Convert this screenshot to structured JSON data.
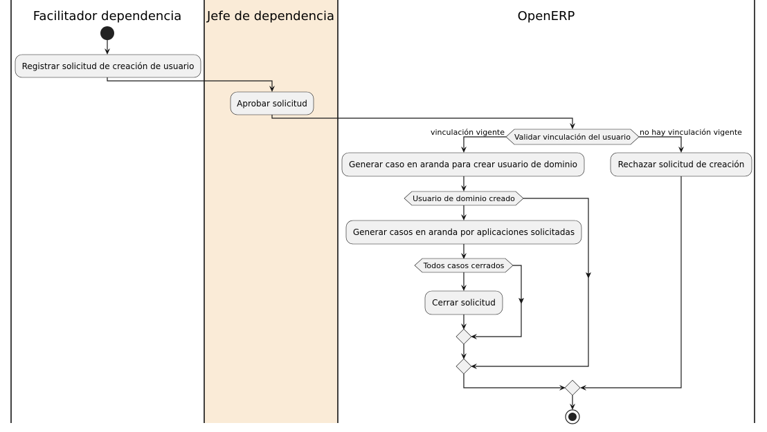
{
  "swimlanes": {
    "facilitador": {
      "title": "Facilitador dependencia"
    },
    "jefe": {
      "title": "Jefe de dependencia",
      "color": "#faebd7"
    },
    "openerp": {
      "title": "OpenERP"
    }
  },
  "activities": {
    "registrar": "Registrar solicitud de creación de usuario",
    "aprobar": "Aprobar solicitud",
    "generar_caso_dominio": "Generar caso en aranda para crear usuario de dominio",
    "rechazar": "Rechazar solicitud de creación",
    "generar_casos_apps": "Generar casos en aranda por aplicaciones solicitadas",
    "cerrar": "Cerrar solicitud"
  },
  "decisions": {
    "validar": "Validar vinculación del usuario",
    "dominio_creado": "Usuario de dominio creado",
    "casos_cerrados": "Todos casos cerrados"
  },
  "branch_labels": {
    "vigente": "vinculación vigente",
    "no_vigente": "no hay vinculación vigente"
  },
  "colors": {
    "node_fill": "#f1f1f1",
    "stroke": "#181818",
    "lane_highlight": "#faebd7"
  }
}
